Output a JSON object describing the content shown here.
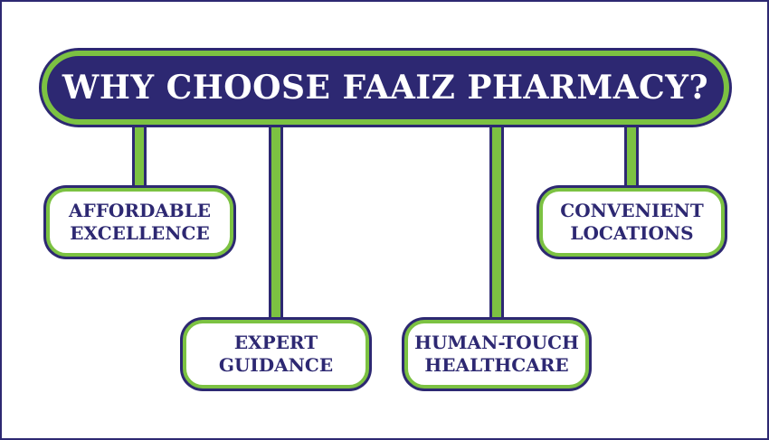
{
  "title": "WHY CHOOSE FAAIZ PHARMACY?",
  "colors": {
    "primary": "#2d2872",
    "accent": "#7cc242",
    "background": "#ffffff"
  },
  "items": [
    {
      "line1": "AFFORDABLE",
      "line2": "EXCELLENCE"
    },
    {
      "line1": "EXPERT",
      "line2": "GUIDANCE"
    },
    {
      "line1": "HUMAN-TOUCH",
      "line2": "HEALTHCARE"
    },
    {
      "line1": "CONVENIENT",
      "line2": "LOCATIONS"
    }
  ]
}
